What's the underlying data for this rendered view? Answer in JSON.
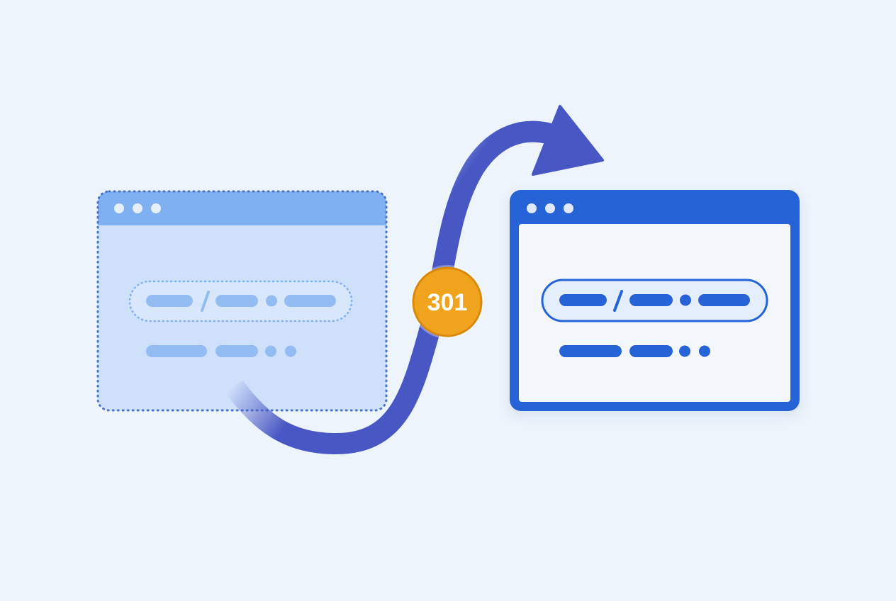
{
  "diagram": {
    "status_code": "301",
    "colors": {
      "background": "#eef4fb",
      "old_window_fill": "#cfe0fb",
      "old_window_titlebar": "#7fb0f2",
      "old_window_border": "#4a74c9",
      "new_window_fill": "#f4f8fd",
      "new_window_border": "#2563d6",
      "arrow": "#4857c4",
      "badge": "#f0a31c",
      "badge_border": "#d98a0c",
      "badge_text": "#ffffff"
    },
    "old_page": {
      "state": "deprecated",
      "url_pill_icon": "slash-icon"
    },
    "new_page": {
      "state": "destination",
      "url_pill_icon": "slash-icon"
    },
    "arrow_icon": "curved-redirect-arrow-icon"
  }
}
